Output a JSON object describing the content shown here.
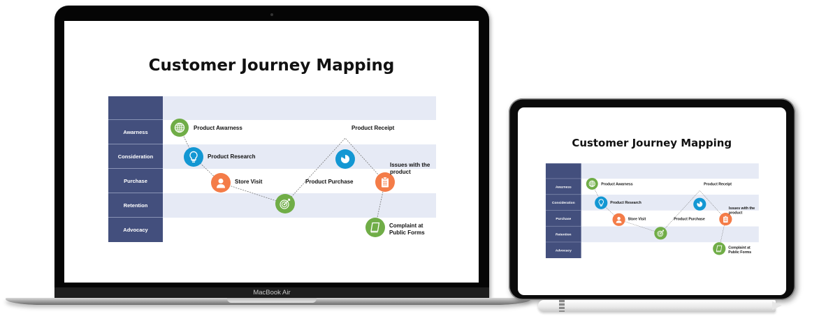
{
  "laptop": {
    "brand_label": "MacBook Air"
  },
  "slide": {
    "title": "Customer Journey Mapping",
    "stages": [
      {
        "label": "Awarness"
      },
      {
        "label": "Consideration"
      },
      {
        "label": "Purchase"
      },
      {
        "label": "Retention"
      },
      {
        "label": "Advocacy"
      }
    ],
    "touchpoints": [
      {
        "label": "Product Awarness",
        "icon": "globe-icon",
        "color": "#70ad47"
      },
      {
        "label": "Product Research",
        "icon": "lightbulb-icon",
        "color": "#1397d3"
      },
      {
        "label": "Store Visit",
        "icon": "user-icon",
        "color": "#f47c48"
      },
      {
        "label": "Product Purchase",
        "icon": "target-icon",
        "color": "#70ad47"
      },
      {
        "label": "Product Receipt",
        "icon": "pie-chart-icon",
        "color": "#1397d3"
      },
      {
        "label": "Issues with the product",
        "line1": "Issues with the",
        "line2": "product",
        "icon": "clipboard-icon",
        "color": "#f47c48"
      },
      {
        "label": "Complaint at Public Forms",
        "line1": "Complaint at",
        "line2": "Public Forms",
        "icon": "book-icon",
        "color": "#70ad47"
      }
    ],
    "colors": {
      "stage_column": "#434f7d",
      "band": "#e6eaf5",
      "green": "#70ad47",
      "blue": "#1397d3",
      "orange": "#f47c48"
    }
  }
}
